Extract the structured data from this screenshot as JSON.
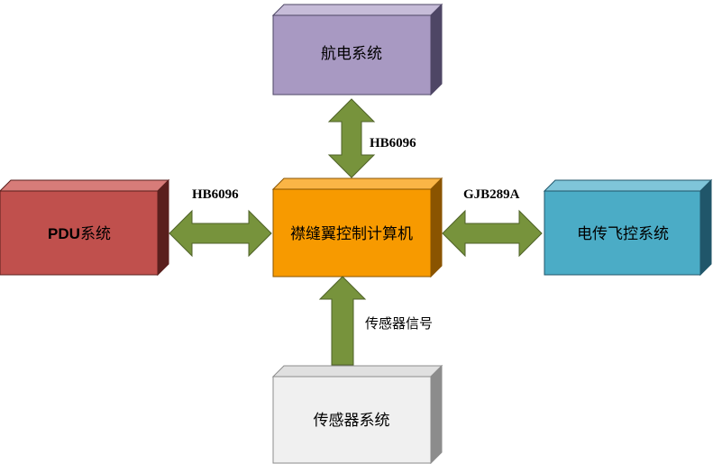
{
  "boxes": {
    "top": {
      "label": "航电系统",
      "front": "#a899c2",
      "top": "#c6bcd8",
      "side": "#4e4665",
      "text": "#000000"
    },
    "center": {
      "label": "襟缝翼控制计算机",
      "front": "#f79a00",
      "top": "#fab546",
      "side": "#8a5400",
      "text": "#000000"
    },
    "left": {
      "label_bold": "PDU",
      "label_rest": "系统",
      "front": "#c0504d",
      "top": "#d77c79",
      "side": "#5a1f1d",
      "text": "#000000"
    },
    "right": {
      "label": "电传飞控系统",
      "front": "#4bacc6",
      "top": "#7fc5d9",
      "side": "#20566a",
      "text": "#000000"
    },
    "bottom": {
      "label": "传感器系统",
      "front": "#f0f0f0",
      "top": "#e0e0e0",
      "side": "#8c8c8c",
      "text": "#000000"
    }
  },
  "connectors": {
    "top": {
      "label": "HB6096"
    },
    "left": {
      "label": "HB6096"
    },
    "right": {
      "label": "GJB289A"
    },
    "bottom": {
      "label": "传感器信号"
    }
  },
  "arrow_color": "#77933c",
  "arrow_stroke": "#4f6228"
}
